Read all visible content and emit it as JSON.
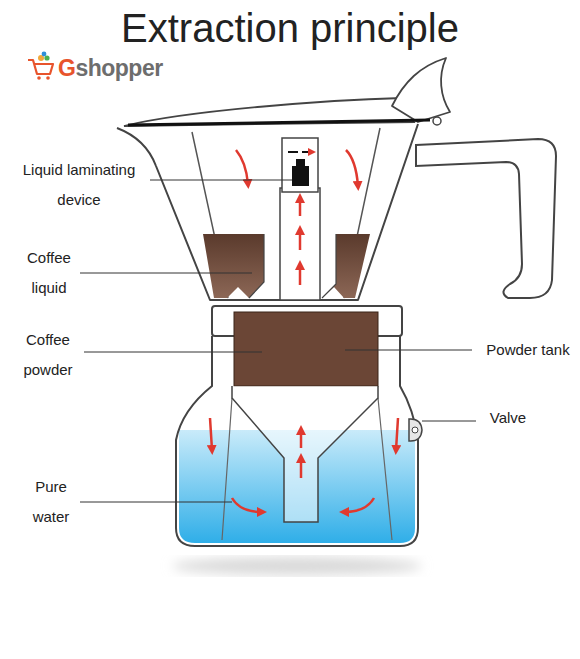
{
  "diagram": {
    "title": "Extraction principle",
    "labels": [
      "Gshopper",
      "Liquid laminating device",
      "Coffee liquid",
      "Coffee powder",
      "Powder tank",
      "Valve",
      "Pure water"
    ]
  }
}
